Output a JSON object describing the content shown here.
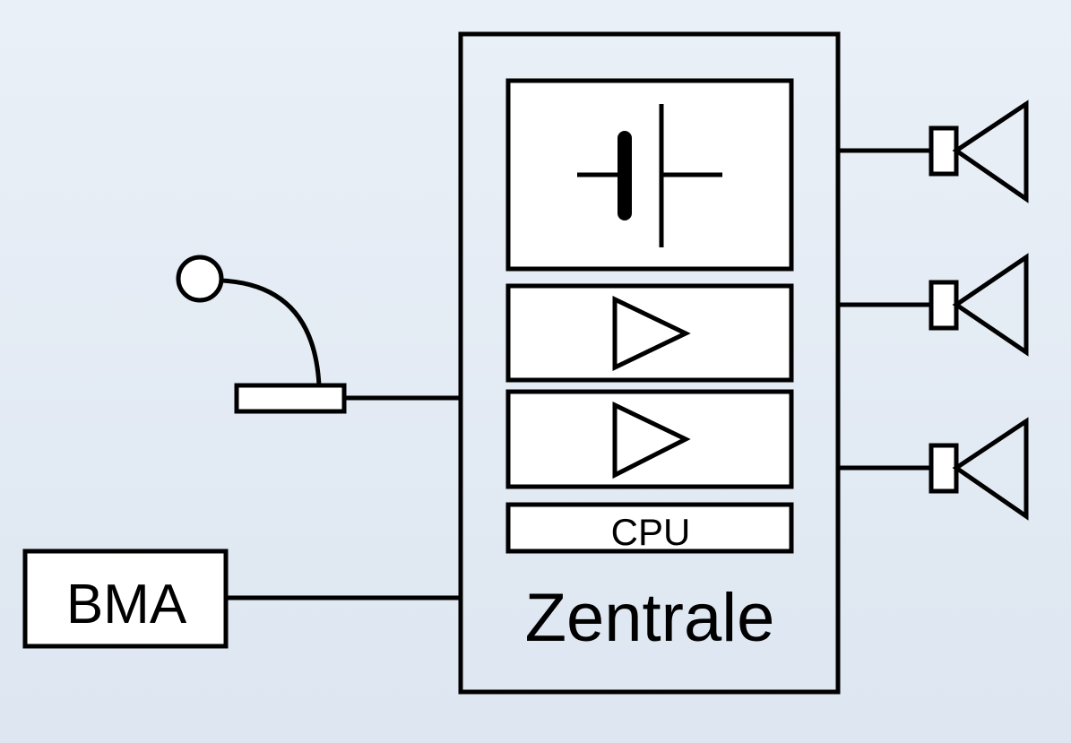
{
  "labels": {
    "bma": "BMA",
    "cpu": "CPU",
    "central": "Zentrale"
  },
  "colors": {
    "background_top": "#eaf0f7",
    "background_bottom": "#dde6f1",
    "stroke": "#000000",
    "fill": "#ffffff"
  },
  "icons": [
    "battery-icon",
    "amplifier-icon",
    "amplifier-icon",
    "microphone-icon",
    "speaker-icon",
    "speaker-icon",
    "speaker-icon"
  ]
}
